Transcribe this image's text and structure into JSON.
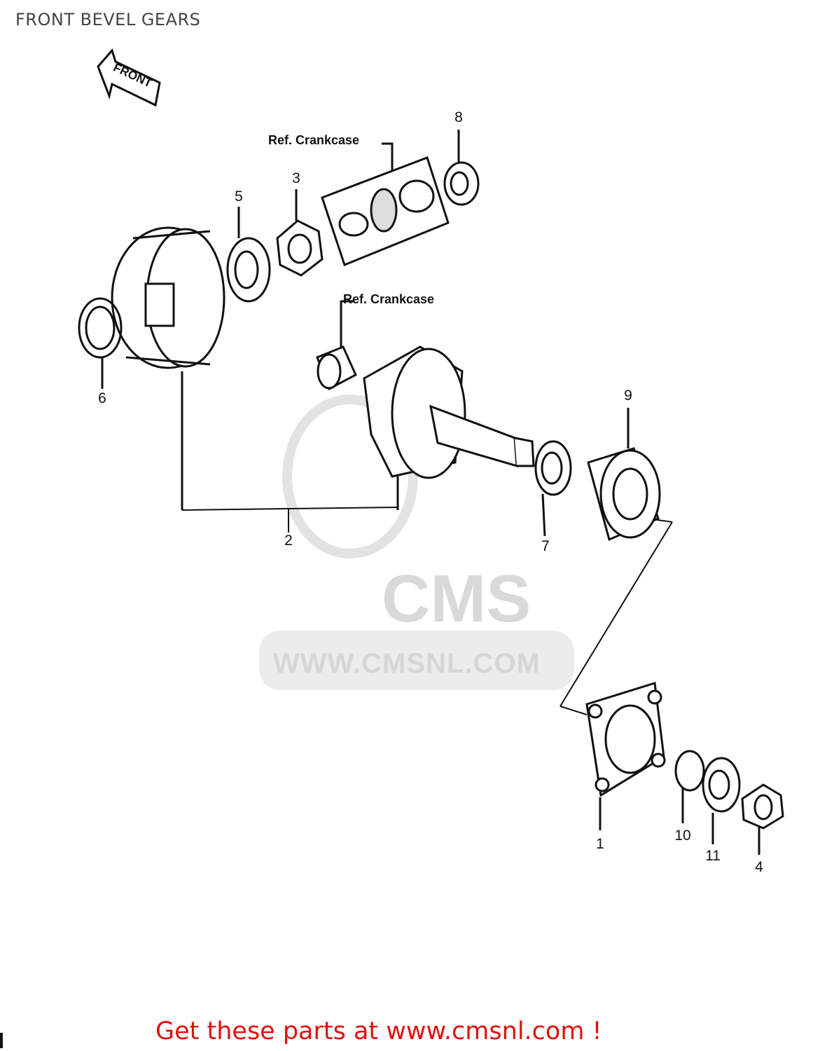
{
  "header": {
    "title": "FRONT BEVEL GEARS"
  },
  "direction_label": "FRONT",
  "references": [
    {
      "id": "ref-top",
      "label": "Ref.  Crankcase"
    },
    {
      "id": "ref-mid",
      "label": "Ref. Crankcase"
    }
  ],
  "callouts": [
    "1",
    "2",
    "3",
    "4",
    "5",
    "6",
    "7",
    "8",
    "9",
    "10",
    "11"
  ],
  "watermark": {
    "logo": "CMS",
    "url": "WWW.CMSNL.COM"
  },
  "footer": {
    "cta": "Get these parts at www.cmsnl.com !"
  },
  "colors": {
    "cta": "#e01010",
    "watermark": "#d6d6d6",
    "lines": "#111111"
  }
}
